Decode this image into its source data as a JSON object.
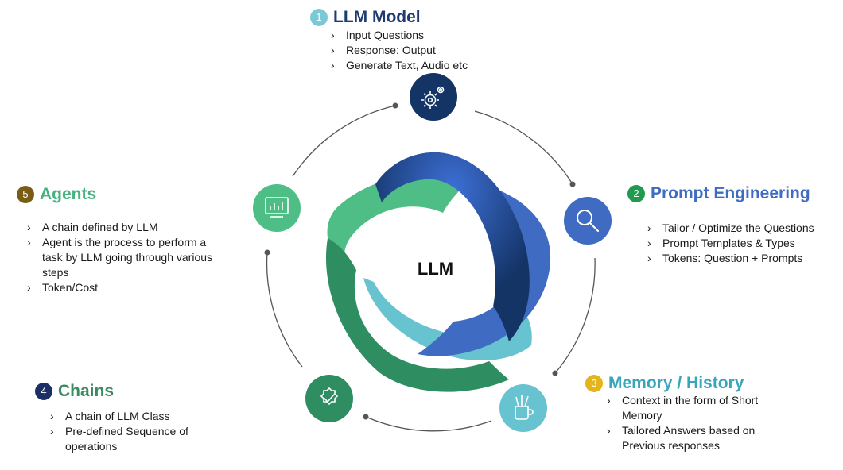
{
  "center_label": "LLM",
  "colors": {
    "navy": "#143466",
    "blue": "#3f6cc2",
    "teal": "#67c3cf",
    "green": "#2f8d62",
    "light_green": "#4ebd86",
    "connector": "#555555"
  },
  "nodes": [
    {
      "id": "llm-model",
      "number": "1",
      "title": "LLM Model",
      "number_color": "#7bc9d6",
      "title_color": "#1f3b70",
      "icon": "gear-icon",
      "icon_color": "#143466",
      "bullets": [
        "Input Questions",
        "Response: Output",
        "Generate Text, Audio etc"
      ]
    },
    {
      "id": "prompt",
      "number": "2",
      "title": "Prompt Engineering",
      "number_color": "#1f9a4f",
      "title_color": "#3f6cc2",
      "icon": "magnifier-icon",
      "icon_color": "#3f6cc2",
      "bullets": [
        "Tailor / Optimize the Questions",
        "Prompt Templates & Types",
        "Tokens: Question + Prompts"
      ]
    },
    {
      "id": "memory",
      "number": "3",
      "title": "Memory / History",
      "number_color": "#e3b41c",
      "title_color": "#3aa4bb",
      "icon": "pen-cup-icon",
      "icon_color": "#67c3cf",
      "bullets": [
        "Context in the form of Short Memory",
        "Tailored Answers based on Previous responses"
      ]
    },
    {
      "id": "chains",
      "number": "4",
      "title": "Chains",
      "number_color": "#1b2f66",
      "title_color": "#3a8a62",
      "icon": "settings-check-icon",
      "icon_color": "#2f8d62",
      "bullets": [
        "A chain of LLM Class",
        "Pre-defined Sequence of operations"
      ]
    },
    {
      "id": "agents",
      "number": "5",
      "title": "Agents",
      "number_color": "#7a5d14",
      "title_color": "#46b27f",
      "icon": "monitor-chart-icon",
      "icon_color": "#4ebd86",
      "bullets": [
        "A chain defined by LLM",
        "Agent is the process to perform a task by LLM going through various steps",
        "Token/Cost"
      ]
    }
  ]
}
